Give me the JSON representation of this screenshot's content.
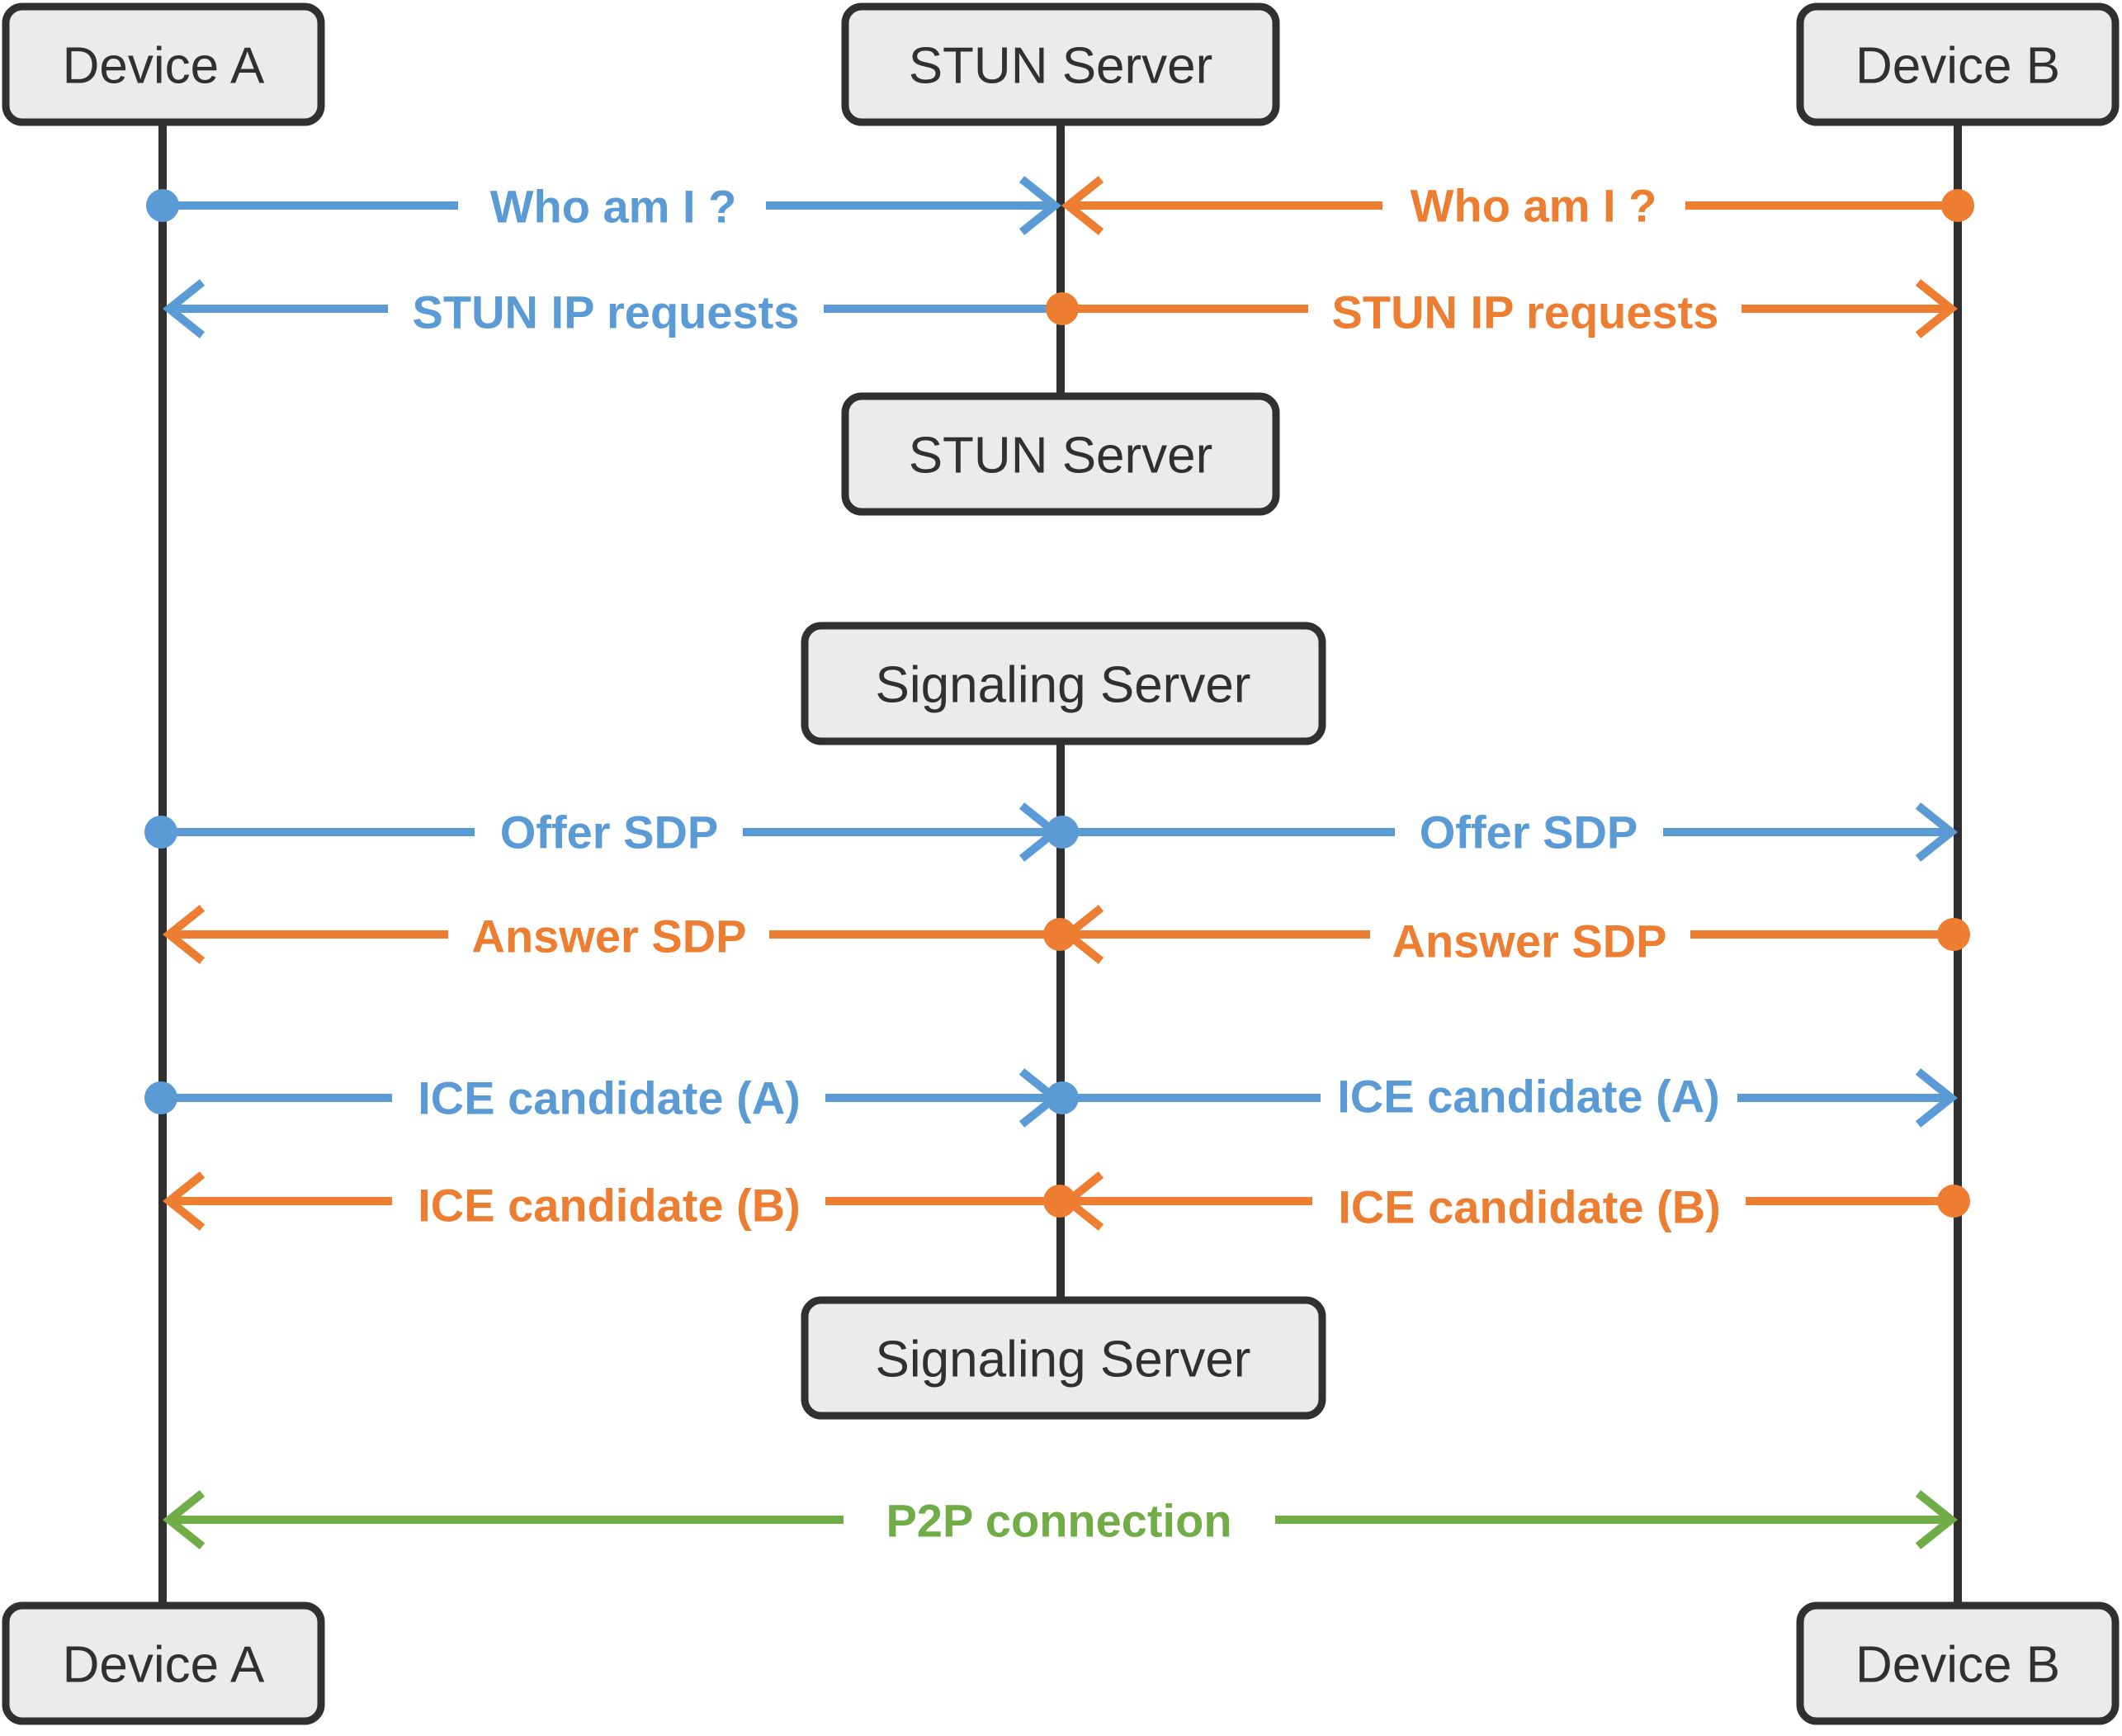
{
  "participants": {
    "device_a": "Device A",
    "stun_server": "STUN Server",
    "signaling_server": "Signaling Server",
    "device_b": "Device B"
  },
  "colors": {
    "blue": "#5b9bd5",
    "orange": "#ed7d31",
    "green": "#70ad47",
    "box_fill": "#ebebeb",
    "box_stroke": "#303030"
  },
  "messages": {
    "who_am_i_a": "Who am I ?",
    "who_am_i_b": "Who am I ?",
    "stun_ip_requests_a": "STUN IP requests",
    "stun_ip_requests_b": "STUN IP requests",
    "offer_sdp_1": "Offer SDP",
    "offer_sdp_2": "Offer SDP",
    "answer_sdp_1": "Answer SDP",
    "answer_sdp_2": "Answer SDP",
    "ice_candidate_a_1": "ICE candidate (A)",
    "ice_candidate_a_2": "ICE candidate (A)",
    "ice_candidate_b_1": "ICE candidate (B)",
    "ice_candidate_b_2": "ICE candidate (B)",
    "p2p_connection": "P2P connection"
  }
}
